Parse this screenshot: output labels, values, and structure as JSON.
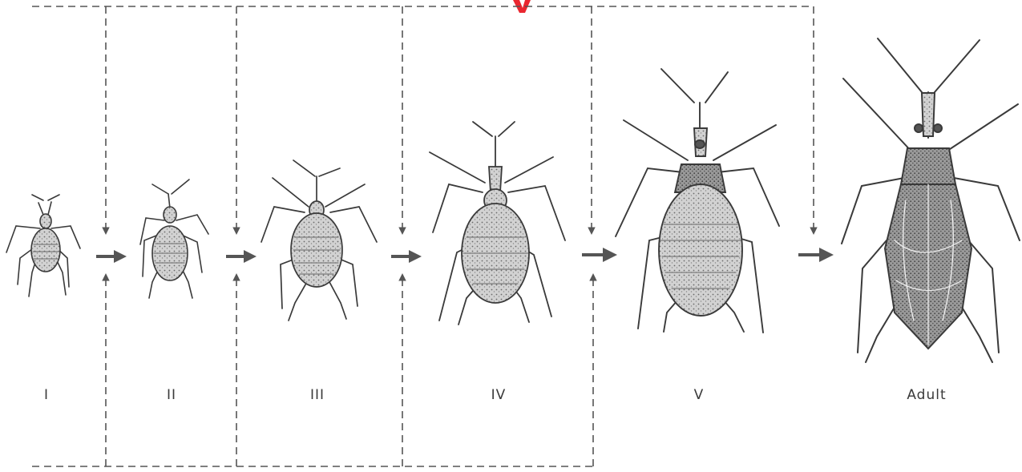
{
  "diagram": {
    "stages": [
      {
        "id": "stage-1",
        "label": "I"
      },
      {
        "id": "stage-2",
        "label": "II"
      },
      {
        "id": "stage-3",
        "label": "III"
      },
      {
        "id": "stage-4",
        "label": "IV"
      },
      {
        "id": "stage-5",
        "label": "V"
      },
      {
        "id": "stage-adult",
        "label": "Adult"
      }
    ],
    "colors": {
      "ink": "#3a3a3a",
      "line": "#555555",
      "body_fill": "#c8c8c8",
      "accent": "#e8101a"
    }
  }
}
